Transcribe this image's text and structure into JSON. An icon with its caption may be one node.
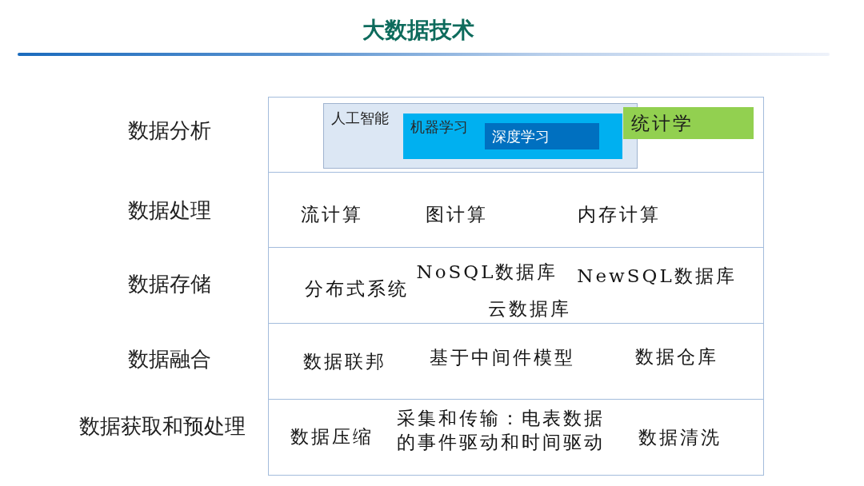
{
  "diagram": {
    "title": "大数据技术",
    "nodes": [
      {
        "text": [
          "数据分析"
        ]
      },
      {
        "text": [
          "人工智能"
        ],
        "in": 0
      },
      {
        "text": [
          "机器学习"
        ],
        "in": 1
      },
      {
        "text": [
          "深度学习"
        ],
        "in": 2
      },
      {
        "text": [
          "统计学"
        ],
        "in": 0
      },
      {
        "text": [
          "数据处理",
          "流计算",
          "图计算",
          "内存计算"
        ]
      },
      {
        "text": [
          "数据存储",
          "分布式系统",
          "NoSQL数据库",
          "NewSQL数据库",
          "云数据库"
        ]
      },
      {
        "text": [
          "数据融合",
          "数据联邦",
          "基于中间件模型",
          "数据仓库"
        ]
      },
      {
        "text": [
          "数据获取和预处理",
          "数据压缩",
          "采集和传输：电表数据的事件驱动和时间驱动",
          "数据清洗"
        ]
      }
    ]
  }
}
